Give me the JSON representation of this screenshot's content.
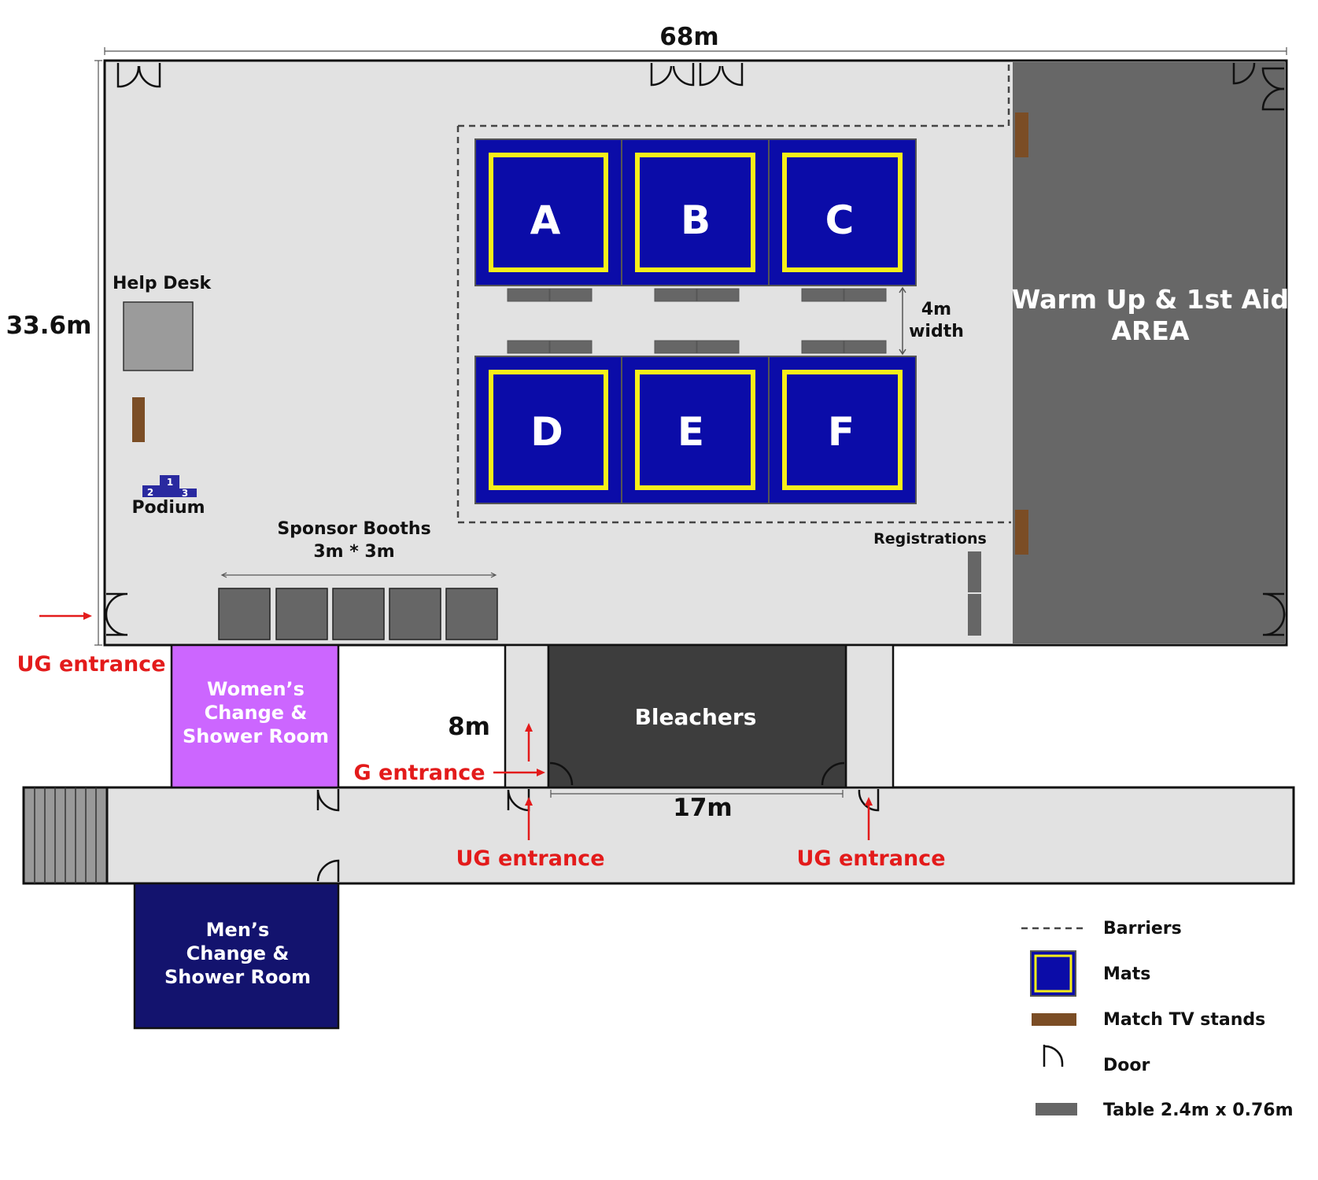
{
  "dimensions": {
    "hall_width": "68m",
    "hall_height": "33.6m",
    "bleachers_depth": "8m",
    "bleachers_width": "17m"
  },
  "mats": [
    "A",
    "B",
    "C",
    "D",
    "E",
    "F"
  ],
  "labels": {
    "help_desk": "Help Desk",
    "podium": "Podium",
    "podium_places": [
      "1",
      "2",
      "3"
    ],
    "sponsor_booths": "Sponsor Booths",
    "sponsor_booths_size": "3m * 3m",
    "mat_gap_line1": "4m",
    "mat_gap_line2": "width",
    "warmup_line1": "Warm Up & 1st Aid",
    "warmup_line2": "AREA",
    "registrations": "Registrations",
    "bleachers": "Bleachers",
    "womens_line1": "Women’s",
    "womens_line2": "Change &",
    "womens_line3": "Shower Room",
    "mens_line1": "Men’s",
    "mens_line2": "Change &",
    "mens_line3": "Shower Room"
  },
  "entrances": {
    "ug_left": "UG entrance",
    "g": "G entrance",
    "ug_center": "UG entrance",
    "ug_right": "UG entrance"
  },
  "legend": [
    {
      "key": "barriers",
      "label": "Barriers"
    },
    {
      "key": "mats",
      "label": "Mats"
    },
    {
      "key": "tv",
      "label": "Match TV stands"
    },
    {
      "key": "door",
      "label": "Door"
    },
    {
      "key": "table",
      "label": "Table 2.4m x 0.76m"
    }
  ],
  "colors": {
    "floor": "#e2e2e2",
    "mat": "#0b0ca8",
    "mat_border": "#f7ef1a",
    "warmup": "#676767",
    "bleachers": "#3d3d3d",
    "womens_room": "#cc66ff",
    "mens_room": "#13136e",
    "tv_stand": "#7b4d25",
    "table": "#666666",
    "entrance": "#e31b1b",
    "help_desk": "#9b9b9b"
  }
}
